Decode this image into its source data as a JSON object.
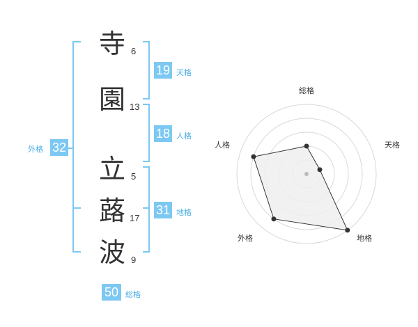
{
  "name": {
    "chars": [
      {
        "char": "寺",
        "strokes": "6"
      },
      {
        "char": "園",
        "strokes": "13"
      },
      {
        "char": "立",
        "strokes": "5"
      },
      {
        "char": "蕗",
        "strokes": "17"
      },
      {
        "char": "波",
        "strokes": "9"
      }
    ]
  },
  "kaku": {
    "tenkaku": {
      "value": "19",
      "label": "天格"
    },
    "jinkaku": {
      "value": "18",
      "label": "人格"
    },
    "chikaku": {
      "value": "31",
      "label": "地格"
    },
    "gaikaku": {
      "value": "32",
      "label": "外格"
    },
    "soukaku": {
      "value": "50",
      "label": "総格"
    }
  },
  "chart_data": {
    "type": "radar",
    "axes": [
      "総格",
      "天格",
      "地格",
      "外格",
      "人格"
    ],
    "values": [
      2,
      1,
      5,
      4,
      4
    ],
    "rmax": 5,
    "rings": 5,
    "grid": true
  },
  "colors": {
    "accent": "#7cc8f2",
    "label": "#4aaee6",
    "text": "#333333"
  }
}
